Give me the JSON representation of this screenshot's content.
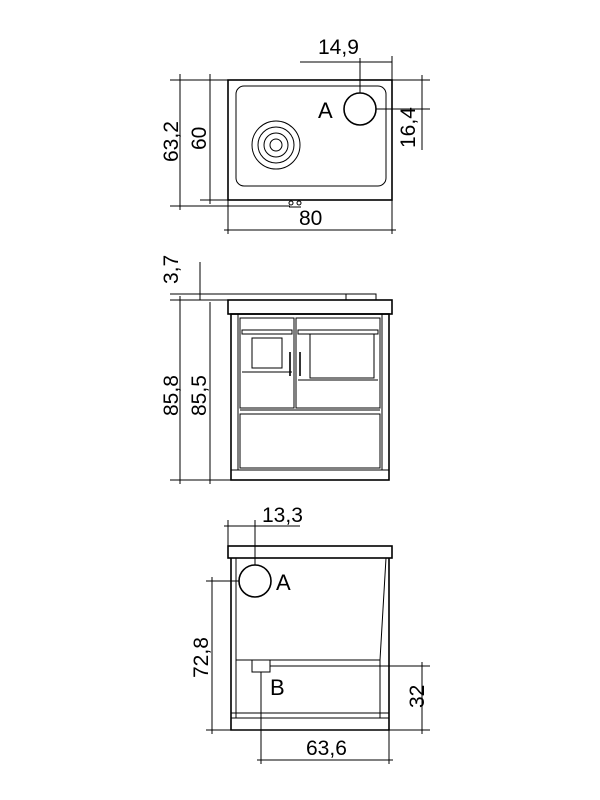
{
  "top_view": {
    "width_label": "80",
    "depth_outer_label": "63,2",
    "depth_inner_label": "60",
    "flue_offset_x_label": "14,9",
    "flue_offset_y_label": "16,4",
    "flue_marker": "A"
  },
  "front_view": {
    "top_height_label": "3,7",
    "height_outer_label": "85,8",
    "height_inner_label": "85,5"
  },
  "side_view": {
    "flue_offset_label": "13,3",
    "flue_height_label": "72,8",
    "air_inlet_height_label": "32",
    "depth_label": "63,6",
    "flue_marker": "A",
    "air_inlet_marker": "B"
  }
}
